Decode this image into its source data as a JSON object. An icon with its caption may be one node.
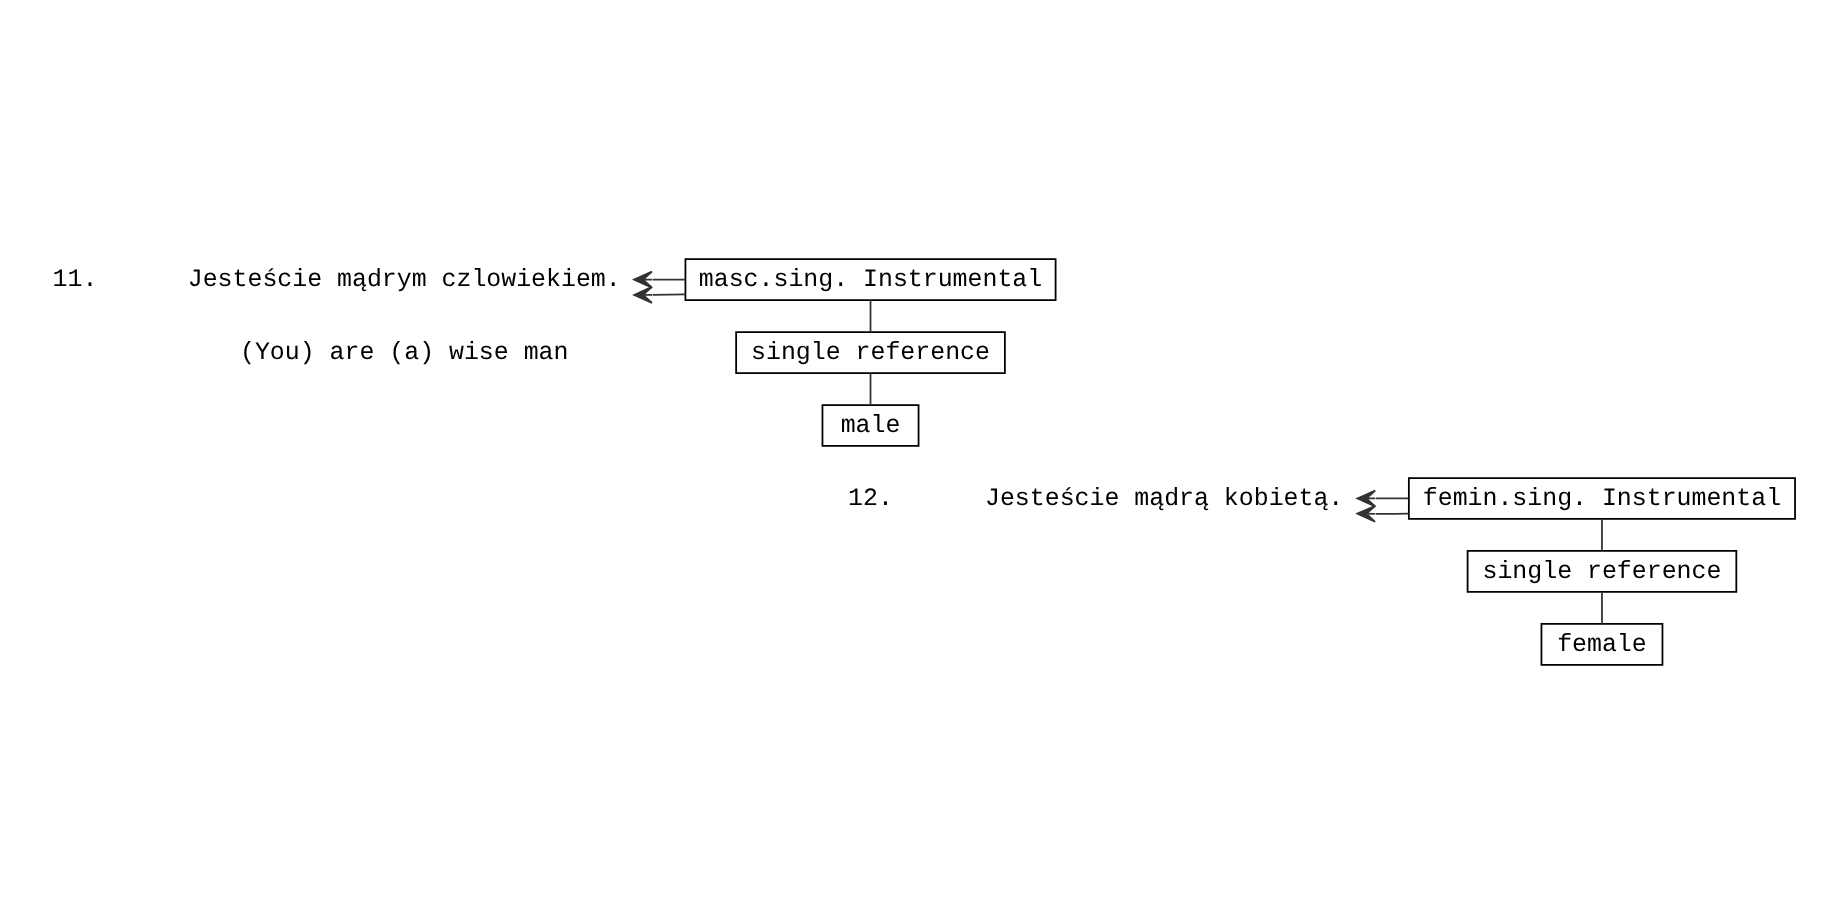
{
  "diagram": {
    "nodes": [
      {
        "text": [
          "Jesteście mądrym czlowiekiem."
        ]
      },
      {
        "text": [
          "masc.sing. Instrumental"
        ]
      },
      {
        "text": [
          "single reference"
        ]
      },
      {
        "text": [
          "male"
        ]
      },
      {
        "text": [
          "Jesteście mądrą kobietą."
        ]
      },
      {
        "text": [
          "femin.sing. Instrumental"
        ]
      },
      {
        "text": [
          "single reference"
        ]
      },
      {
        "text": [
          "female"
        ]
      }
    ],
    "edges": [
      {
        "from": 1,
        "to": 0,
        "arrow": "to"
      },
      {
        "from": 1,
        "to": 0,
        "arrow": "to"
      },
      {
        "from": 1,
        "to": 2,
        "arrow": "none"
      },
      {
        "from": 2,
        "to": 3,
        "arrow": "none"
      },
      {
        "from": 5,
        "to": 4,
        "arrow": "to"
      },
      {
        "from": 5,
        "to": 4,
        "arrow": "to"
      },
      {
        "from": 5,
        "to": 6,
        "arrow": "none"
      },
      {
        "from": 6,
        "to": 7,
        "arrow": "none"
      }
    ],
    "labels": [
      "11.",
      "(You) are (a) wise man",
      "12."
    ]
  }
}
